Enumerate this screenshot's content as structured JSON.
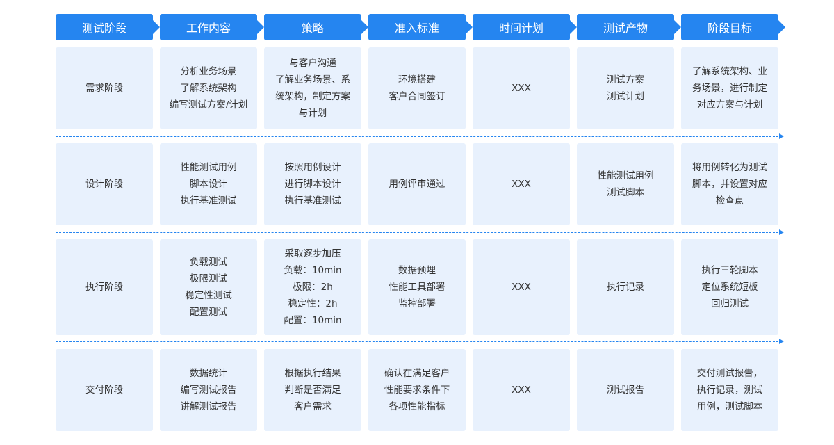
{
  "headers": [
    "测试阶段",
    "工作内容",
    "策略",
    "准入标准",
    "时间计划",
    "测试产物",
    "阶段目标"
  ],
  "rows": [
    {
      "stage": "需求阶段",
      "work": [
        "分析业务场景",
        "了解系统架构",
        "编写测试方案/计划"
      ],
      "strategy": [
        "与客户沟通",
        "了解业务场景、系",
        "统架构，制定方案",
        "与计划"
      ],
      "entry": [
        "环境搭建",
        "客户合同签订"
      ],
      "schedule": "XXX",
      "output": [
        "测试方案",
        "测试计划"
      ],
      "goal": [
        "了解系统架构、业",
        "务场景，进行制定",
        "对应方案与计划"
      ]
    },
    {
      "stage": "设计阶段",
      "work": [
        "性能测试用例",
        "脚本设计",
        "执行基准测试"
      ],
      "strategy": [
        "按照用例设计",
        "进行脚本设计",
        "执行基准测试"
      ],
      "entry": [
        "用例评审通过"
      ],
      "schedule": "XXX",
      "output": [
        "性能测试用例",
        "测试脚本"
      ],
      "goal": [
        "将用例转化为测试",
        "脚本，并设置对应",
        "检查点"
      ]
    },
    {
      "stage": "执行阶段",
      "work": [
        "负载测试",
        "极限测试",
        "稳定性测试",
        "配置测试"
      ],
      "strategy": [
        "采取逐步加压",
        "负载：10min",
        "极限：2h",
        "稳定性：2h",
        "配置：10min"
      ],
      "entry": [
        "数据预埋",
        "性能工具部署",
        "监控部署"
      ],
      "schedule": "XXX",
      "output": [
        "执行记录"
      ],
      "goal": [
        "执行三轮脚本",
        "定位系统短板",
        "回归测试"
      ]
    },
    {
      "stage": "交付阶段",
      "work": [
        "数据统计",
        "编写测试报告",
        "讲解测试报告"
      ],
      "strategy": [
        "根据执行结果",
        "判断是否满足",
        "客户需求"
      ],
      "entry": [
        "确认在满足客户",
        "性能要求条件下",
        "各项性能指标"
      ],
      "schedule": "XXX",
      "output": [
        "测试报告"
      ],
      "goal": [
        "交付测试报告，",
        "执行记录，测试",
        "用例，测试脚本"
      ]
    }
  ]
}
